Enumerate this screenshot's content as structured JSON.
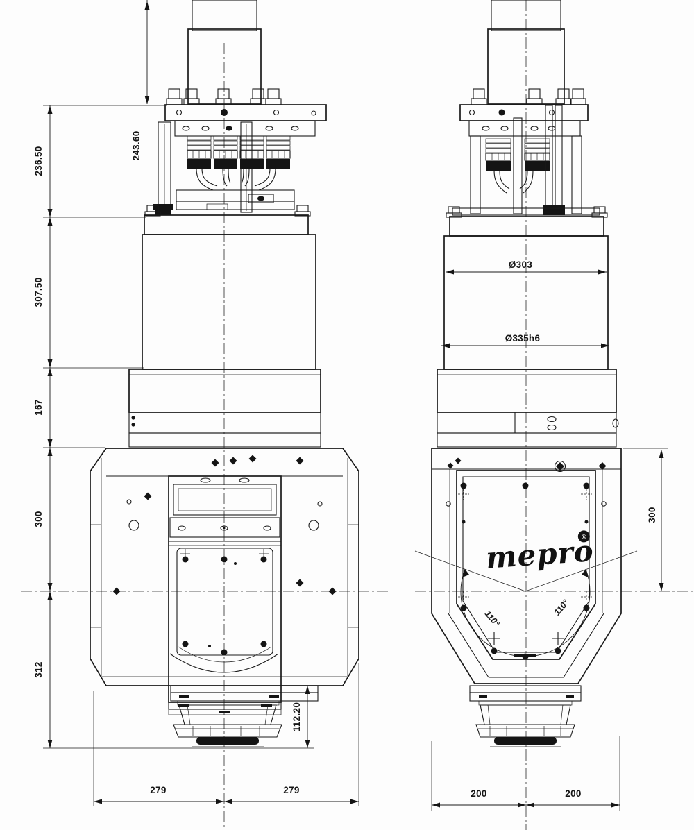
{
  "logo": {
    "text": "mepro",
    "reg": "®"
  },
  "dims": {
    "shaft_height": "243.60",
    "upper_assembly": "236.50",
    "motor_housing": "307.50",
    "spacer": "167",
    "head_upper": "300",
    "head_lower": "312",
    "nose": "112.20",
    "front_left": "279",
    "front_right": "279",
    "dia_motor": "Ø303",
    "dia_flange": "Ø335h6",
    "side_head_upper": "300",
    "angle_left": "110°",
    "angle_right": "110°",
    "side_left": "200",
    "side_right": "200"
  },
  "colors": {
    "line": "#1a1a1a",
    "background": "#fdfdfd"
  }
}
